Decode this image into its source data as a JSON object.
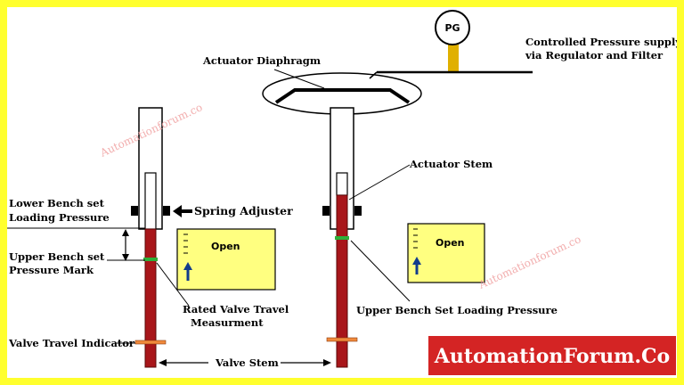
{
  "colors": {
    "border": "#ffff2e",
    "background": "#ffffff",
    "stem": "#a8161a",
    "stem_edge": "#5a0808",
    "indicator_ring": "#f08a3c",
    "green_mark": "#2fae3a",
    "scale_box": "#ffff80",
    "arrow_blue": "#123c8c",
    "gauge_pipe": "#e0b000",
    "brand_bg": "#d42424",
    "watermark": "#f0a0a0"
  },
  "labels": {
    "pg": "PG",
    "pressure_supply_line1": "Controlled Pressure supply",
    "pressure_supply_line2": "via Regulator and Filter",
    "actuator_diaphragm": "Actuator Diaphragm",
    "actuator_stem": "Actuator Stem",
    "lower_bench_line1": "Lower Bench set",
    "lower_bench_line2": "Loading Pressure",
    "spring_adjuster": "Spring Adjuster",
    "upper_bench_mark_line1": "Upper Bench set",
    "upper_bench_mark_line2": "Pressure Mark",
    "rated_travel_line1": "Rated Valve Travel",
    "rated_travel_line2": "Measurment",
    "valve_travel_indicator": "Valve Travel Indicator",
    "valve_stem": "Valve Stem",
    "upper_bench_loading": "Upper Bench Set Loading Pressure",
    "open_left": "Open",
    "open_right": "Open"
  },
  "watermarks": {
    "left": "Automationforum.co",
    "right": "Automationforum.co"
  },
  "brand": {
    "text": "AutomationForum.Co"
  }
}
